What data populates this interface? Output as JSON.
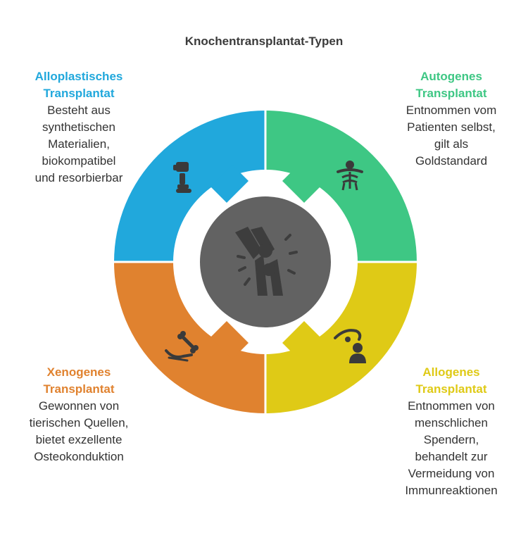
{
  "title": "Knochentransplantat-Typen",
  "center_icon": "knee-joint-icon",
  "segments": [
    {
      "id": "alloplastic",
      "title_lines": [
        "Alloplastisches",
        "Transplantat"
      ],
      "desc_lines": [
        "Besteht aus",
        "synthetischen",
        "Materialien,",
        "biokompatibel",
        "und resorbierbar"
      ],
      "color": "#21a8dc",
      "icon": "prosthetic-leg-icon"
    },
    {
      "id": "autogenous",
      "title_lines": [
        "Autogenes",
        "Transplantat"
      ],
      "desc_lines": [
        "Entnommen vom",
        "Patienten selbst,",
        "gilt als",
        "Goldstandard"
      ],
      "color": "#3ec784",
      "icon": "patient-ribcage-icon"
    },
    {
      "id": "xenogenic",
      "title_lines": [
        "Xenogenes",
        "Transplantat"
      ],
      "desc_lines": [
        "Gewonnen von",
        "tierischen Quellen,",
        "bietet exzellente",
        "Osteokonduktion"
      ],
      "color": "#e0822f",
      "icon": "hand-bone-icon"
    },
    {
      "id": "allogenic",
      "title_lines": [
        "Allogenes",
        "Transplantat"
      ],
      "desc_lines": [
        "Entnommen von",
        "menschlichen",
        "Spendern,",
        "behandelt zur",
        "Vermeidung von",
        "Immunreaktionen"
      ],
      "color": "#dfca16",
      "icon": "donor-hand-person-icon"
    }
  ]
}
